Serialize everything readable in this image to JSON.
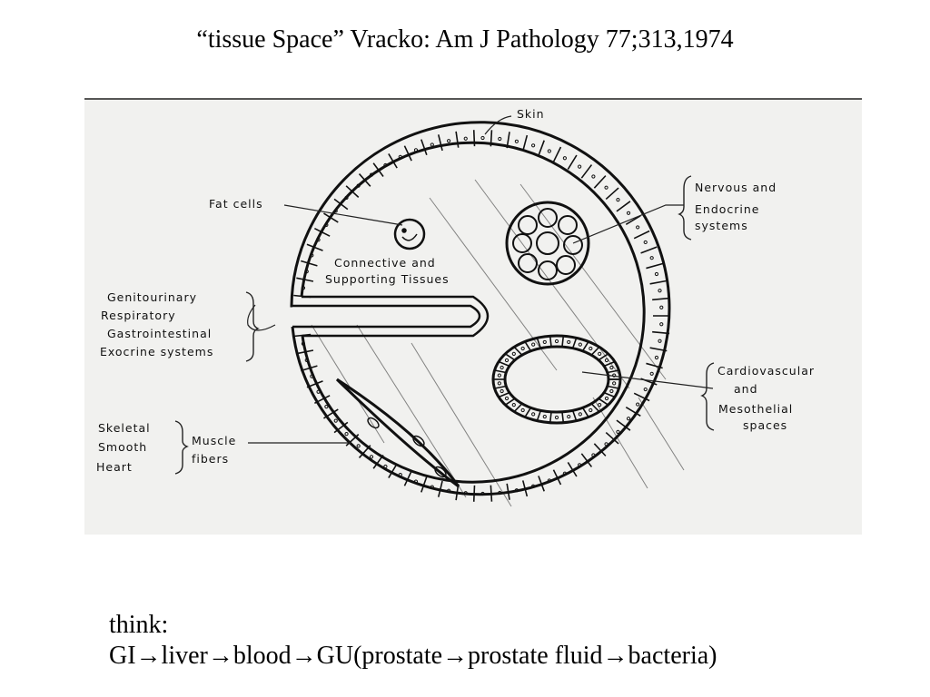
{
  "slide": {
    "title": "“tissue Space” Vracko: Am J Pathology 77;313,1974"
  },
  "diagram": {
    "labels": {
      "skin": "Skin",
      "fat_cells": "Fat cells",
      "connective_1": "Connective and",
      "connective_2": "Supporting Tissues",
      "nervous_1": "Nervous and",
      "nervous_2": "Endocrine",
      "nervous_3": "systems",
      "organ_1": "Genitourinary",
      "organ_2": "Respiratory",
      "organ_3": "Gastrointestinal",
      "organ_4": "Exocrine systems",
      "cardio_1": "Cardiovascular",
      "cardio_2": "and",
      "cardio_3": "Mesothelial",
      "cardio_4": "spaces",
      "muscle_type_1": "Skeletal",
      "muscle_type_2": "Smooth",
      "muscle_type_3": "Heart",
      "muscle_1": "Muscle",
      "muscle_2": "fibers"
    }
  },
  "notes": {
    "line1": "think:",
    "line2": "GI→liver→blood→GU(prostate→prostate fluid→bacteria)"
  }
}
